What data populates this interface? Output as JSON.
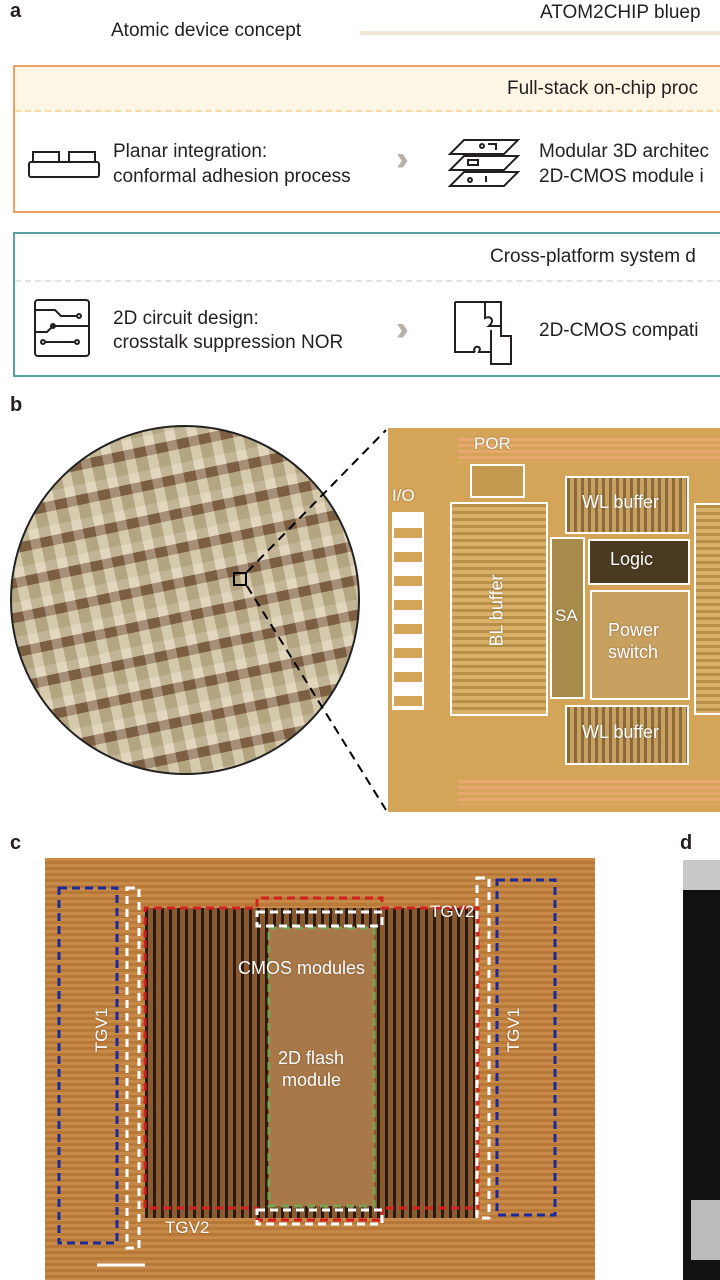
{
  "panel_a": {
    "label": "a",
    "blueprint_title": "ATOM2CHIP bluep",
    "concept_label": "Atomic device concept",
    "row1": {
      "title": "Full-stack on-chip proc",
      "left_line1": "Planar integration:",
      "left_line2": "conformal adhesion process",
      "right_line1": "Modular 3D architec",
      "right_line2": "2D-CMOS module i",
      "accent": "#f0a060"
    },
    "row2": {
      "title": "Cross-platform system d",
      "left_line1": "2D circuit design:",
      "left_line2": "crosstalk suppression NOR",
      "right_line1": "2D-CMOS compati",
      "accent": "#5aa0a0"
    }
  },
  "panel_b": {
    "label": "b",
    "blocks": {
      "por": "POR",
      "io": "I/O",
      "bl_buffer": "BL buffer",
      "sa": "SA",
      "wl_buffer_top": "WL buffer",
      "logic": "Logic",
      "power_line1": "Power",
      "power_line2": "switch",
      "wl_buffer_bottom": "WL buffer"
    }
  },
  "panel_c": {
    "label": "c",
    "tgv2_top": "TGV2",
    "cmos_modules": "CMOS modules",
    "flash_line1": "2D flash",
    "flash_line2": "module",
    "tgv1_left": "TGV1",
    "tgv1_right": "TGV1",
    "tgv2_bottom": "TGV2"
  },
  "panel_d": {
    "label": "d"
  }
}
